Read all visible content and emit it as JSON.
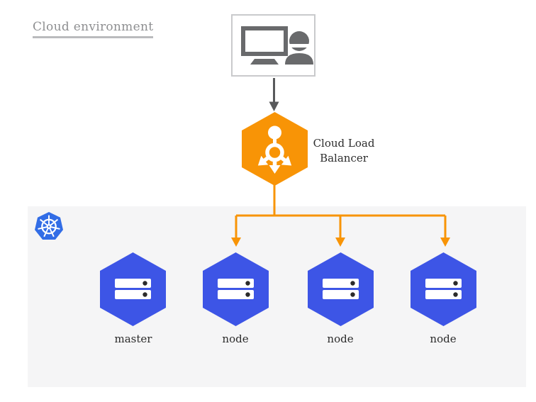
{
  "title": "Cloud environment",
  "client_box": {
    "icon": "workstation-user-icon"
  },
  "load_balancer": {
    "label": "Cloud Load Balancer",
    "icon": "load-balancer-icon",
    "hexagon_color": "#f89406"
  },
  "connectors": {
    "client_to_lb_arrow_color": "#58595b",
    "lb_fanout_color": "#f89406",
    "fanout_targets": [
      "node",
      "node",
      "node"
    ]
  },
  "cluster": {
    "logo_icon": "kubernetes-logo-icon",
    "panel_color": "#f5f5f6",
    "hexagon_color": "#3d55e6",
    "kubernetes_blue": "#326de6",
    "nodes": [
      {
        "label": "master",
        "icon": "server-icon"
      },
      {
        "label": "node",
        "icon": "server-icon"
      },
      {
        "label": "node",
        "icon": "server-icon"
      },
      {
        "label": "node",
        "icon": "server-icon"
      }
    ]
  }
}
